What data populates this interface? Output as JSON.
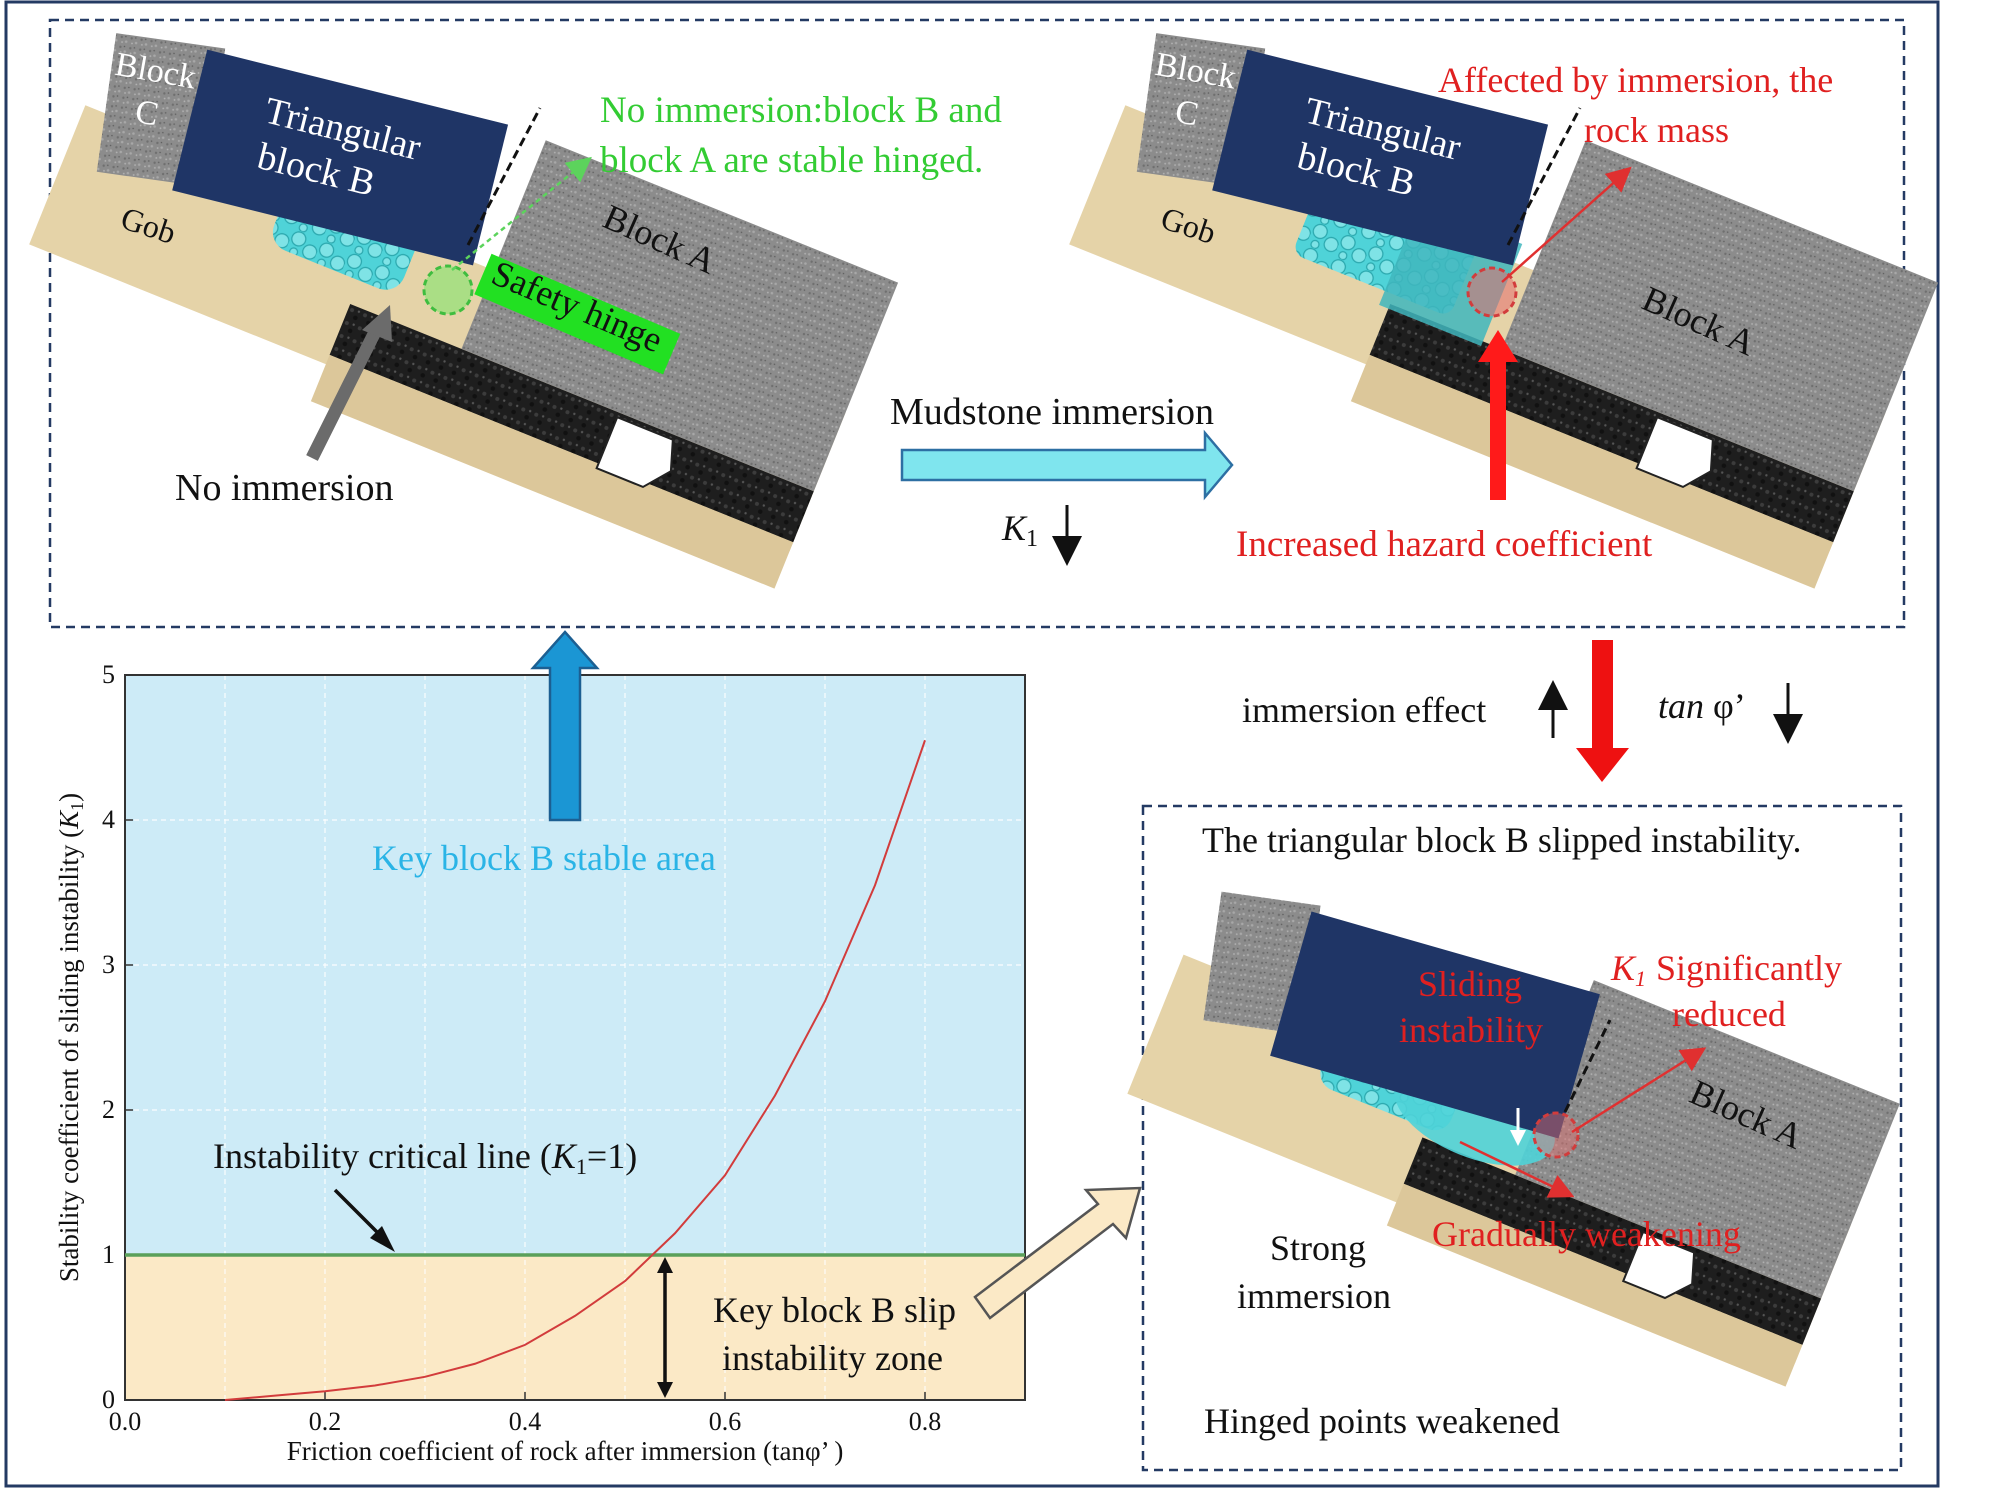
{
  "panel_top_left": {
    "block_c": [
      "Block",
      "C"
    ],
    "triangular_block_b": [
      "Triangular",
      "block B"
    ],
    "gob": "Gob",
    "block_a": "Block A",
    "safety_hinge": "Safety hinge",
    "no_immersion_note": [
      "No immersion:block B and",
      "block A are stable hinged."
    ],
    "no_immersion_label": "No immersion"
  },
  "transition": {
    "mudstone_immersion": "Mudstone immersion",
    "k1_symbol": "K",
    "k1_sub": "1",
    "immersion_effect": "immersion effect",
    "tan_phi_italic": "tan",
    "tan_phi_rest": " φ’"
  },
  "panel_top_right": {
    "block_c": [
      "Block",
      "C"
    ],
    "triangular_block_b": [
      "Triangular",
      "block B"
    ],
    "gob": "Gob",
    "block_a": "Block A",
    "affected_note": [
      "Affected by immersion, the",
      "rock mass"
    ],
    "increased_hazard": "Increased hazard coefficient"
  },
  "panel_bottom_right": {
    "title": "The triangular block B slipped instability.",
    "sliding_instability": [
      "Sliding",
      "instability"
    ],
    "k1_significantly": "Significantly",
    "k1_reduced": "reduced",
    "block_a": "Block A",
    "gradually_weakening": "Gradually weakening",
    "strong_immersion": [
      "Strong",
      "immersion"
    ],
    "hinged_points": "Hinged points weakened"
  },
  "chart_data": {
    "type": "line",
    "xlabel": "Friction coefficient of rock after immersion (tanφ’ )",
    "ylabel": "Stability coefficient of sliding instability (K1)",
    "xlim": [
      0.0,
      0.9
    ],
    "ylim": [
      0,
      5
    ],
    "xticks": [
      "0.0",
      "0.2",
      "0.4",
      "0.6",
      "0.8"
    ],
    "yticks": [
      "0",
      "1",
      "2",
      "3",
      "4",
      "5"
    ],
    "grid": true,
    "series": [
      {
        "x": [
          0.1,
          0.15,
          0.2,
          0.25,
          0.3,
          0.35,
          0.4,
          0.45,
          0.5,
          0.55,
          0.6,
          0.65,
          0.7,
          0.75,
          0.8
        ],
        "y": [
          0.0,
          0.03,
          0.06,
          0.1,
          0.16,
          0.25,
          0.38,
          0.58,
          0.82,
          1.15,
          1.55,
          2.1,
          2.75,
          3.55,
          4.55
        ]
      }
    ],
    "critical_line_y": 1,
    "annotations": {
      "stable_area": "Key block B stable area",
      "critical_line_prefix": "Instability critical line (",
      "critical_line_k": "K",
      "critical_line_sub": "1",
      "critical_line_suffix": "=1)",
      "slip_zone": [
        "Key block B slip",
        "instability zone"
      ]
    },
    "colors": {
      "stable_fill": "#cdebf7",
      "slip_fill": "#fbe9c6",
      "critical_line": "#5aa05a",
      "curve": "#d23c3c"
    }
  }
}
